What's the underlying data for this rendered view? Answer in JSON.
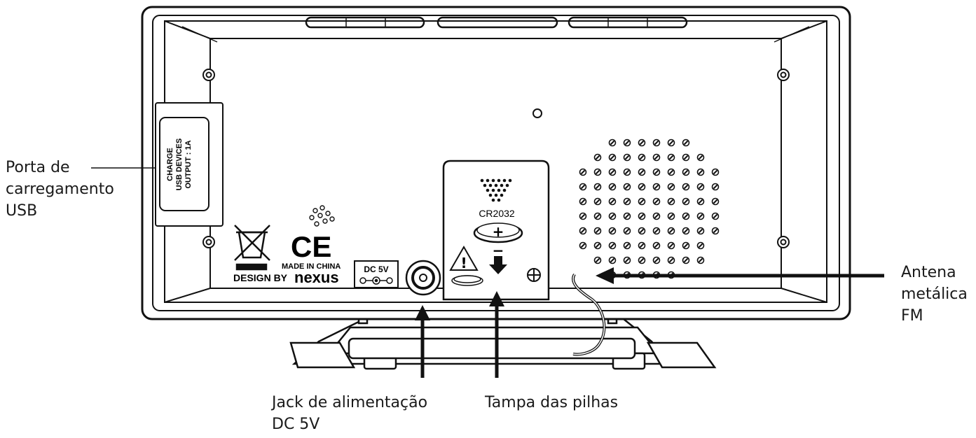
{
  "labels": {
    "usb_port": [
      "Porta de",
      "carregamento",
      "USB"
    ],
    "antenna": [
      "Antena",
      "metálica",
      "FM"
    ],
    "power_jack": [
      "Jack de alimentação",
      "DC 5V"
    ],
    "battery_cover": "Tampa das pilhas"
  },
  "device_markings": {
    "usb_label": [
      "CHARGE",
      "USB DEVICES",
      "OUTPUT : 1A"
    ],
    "ce_mark": "CE",
    "made_in": "MADE IN CHINA",
    "design_by": "DESIGN BY",
    "brand": "nexus",
    "dc_label": "DC 5V",
    "battery_type": "CR2032",
    "plus_sign": "+",
    "minus_sign": "−",
    "warning_sign": "!"
  }
}
